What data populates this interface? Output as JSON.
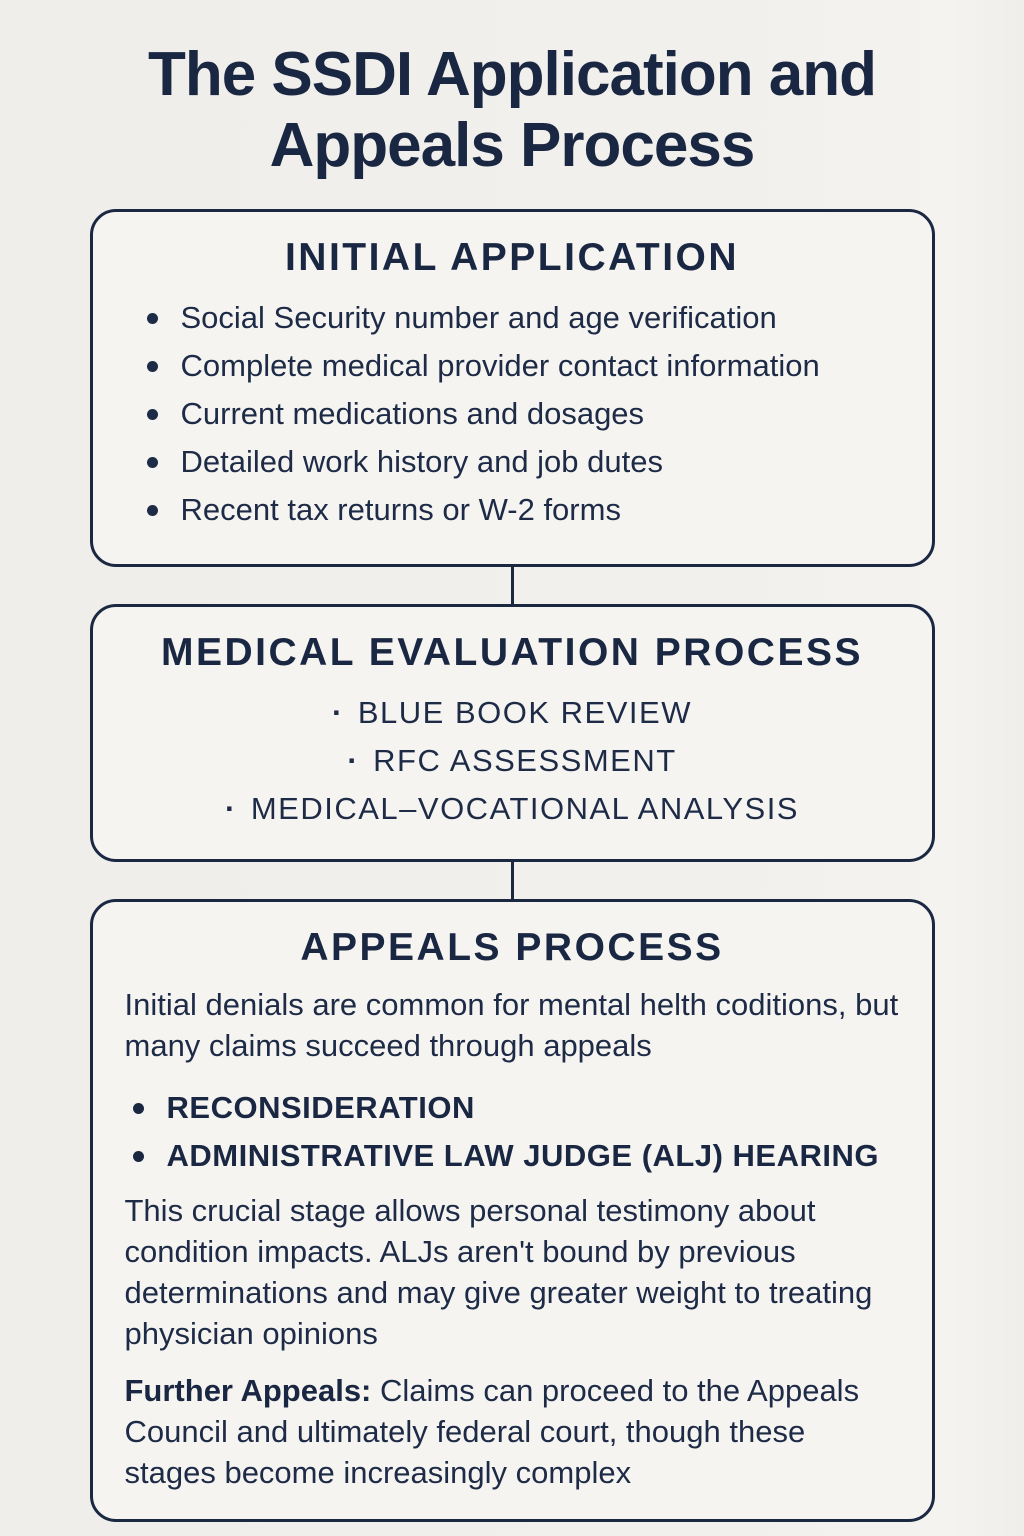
{
  "page": {
    "title": "The SSDI Application and Appeals Process",
    "ink_color": "#1e2b47",
    "background_color": "#f1efeb",
    "box_fill_color": "#f6f4f1",
    "border_color": "#1b2842"
  },
  "boxes": [
    {
      "id": "initial-application",
      "heading": "INITIAL APPLICATION",
      "bullets": [
        "Social Security number and age verification",
        "Complete medical provider contact information",
        "Current medications and dosages",
        "Detailed work history and job dutes",
        "Recent tax returns or W-2 forms"
      ]
    },
    {
      "id": "medical-evaluation-process",
      "heading": "MEDICAL EVALUATION PROCESS",
      "items": [
        "BLUE BOOK REVIEW",
        "RFC ASSESSMENT",
        "MEDICAL–VOCATIONAL ANALYSIS"
      ]
    },
    {
      "id": "appeals-process",
      "heading": "APPEALS PROCESS",
      "intro": "Initial denials are common for mental helth coditions, but many claims succeed through appeals",
      "bullets": [
        "RECONSIDERATION",
        "ADMINISTRATIVE LAW JUDGE (ALJ) HEARING"
      ],
      "alj_detail": "This crucial stage allows personal testimony about condition impacts. ALJs aren't bound by previous determinations and may give greater weight to treating physician opinions",
      "further_label": "Further Appeals:",
      "further_text": " Claims can proceed to the Appeals Council and ultimately federal court, though these stages become increasingly complex"
    }
  ]
}
